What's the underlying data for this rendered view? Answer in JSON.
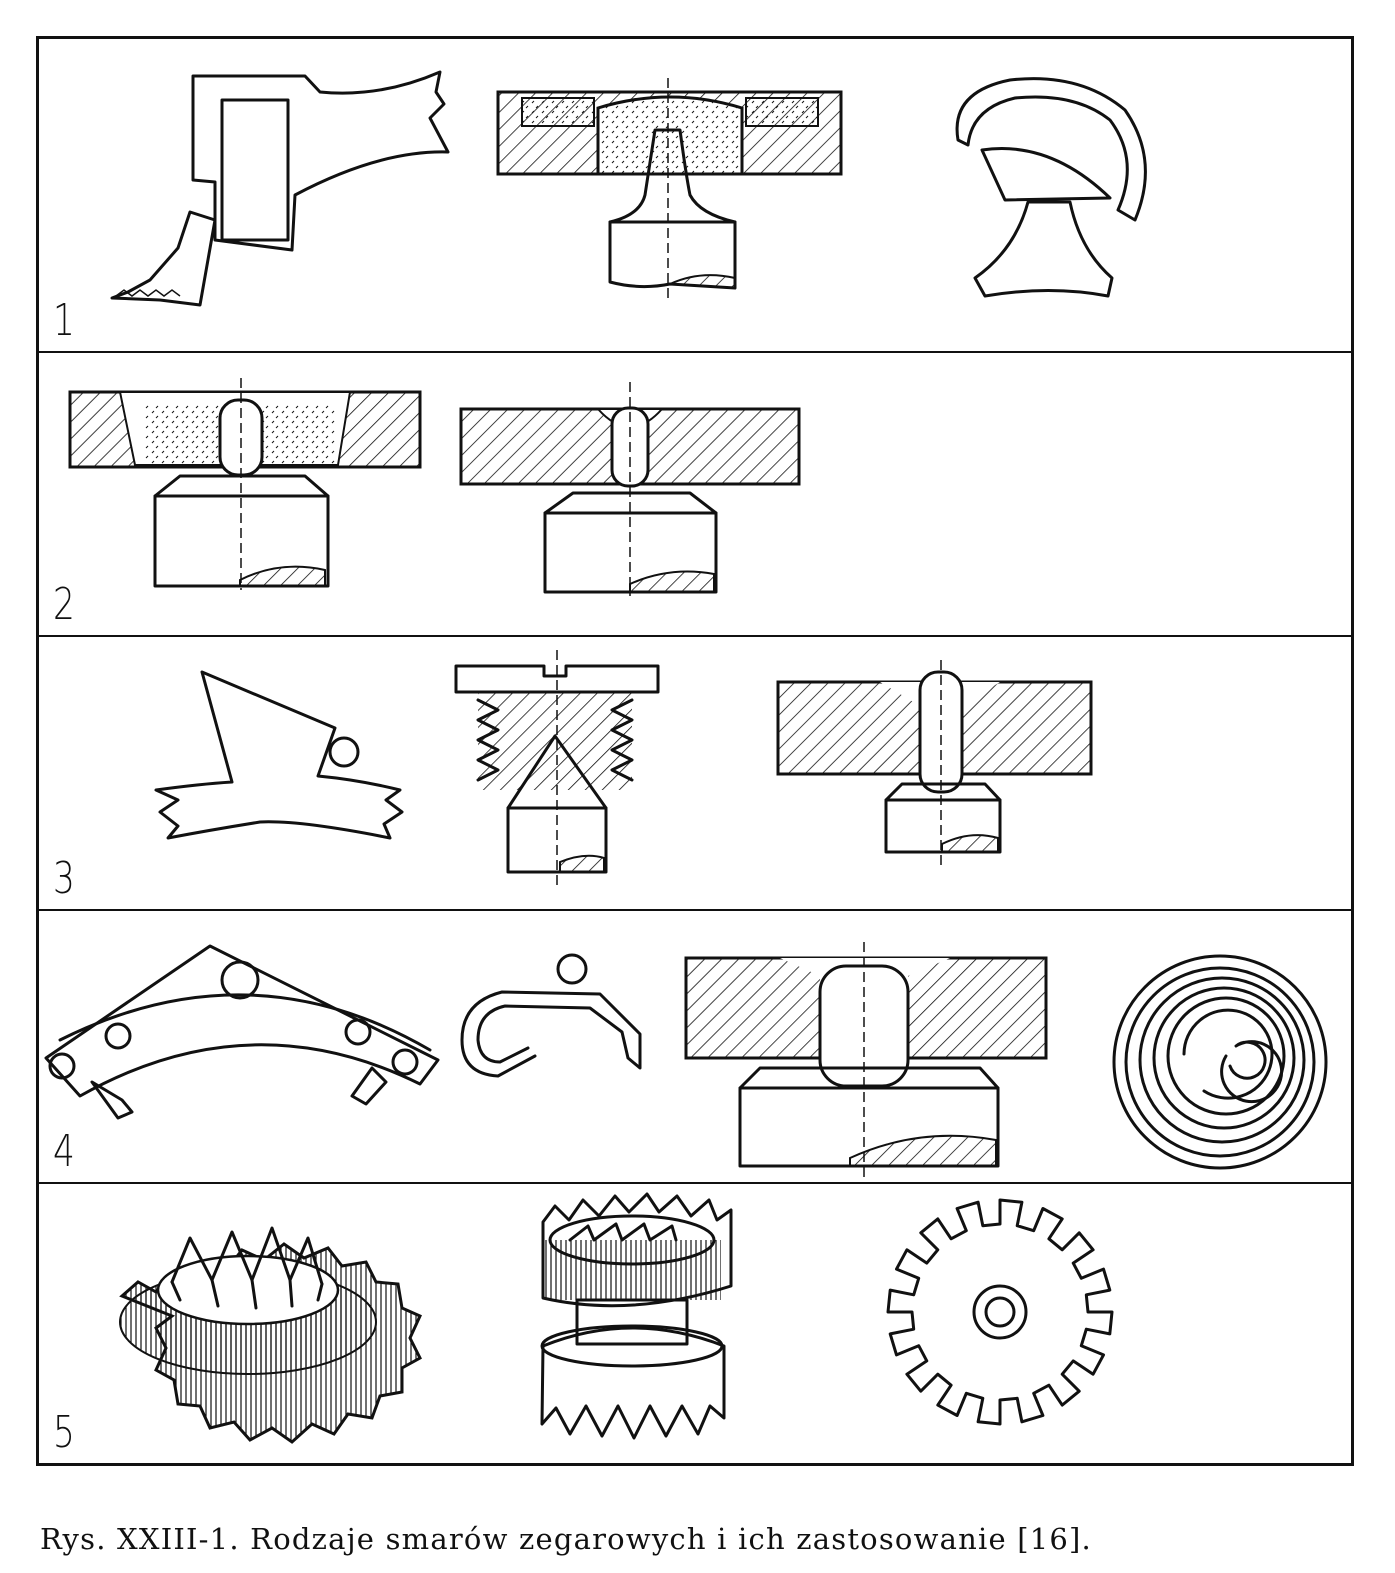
{
  "figure": {
    "panels": [
      {
        "number": "1"
      },
      {
        "number": "2"
      },
      {
        "number": "3"
      },
      {
        "number": "4"
      },
      {
        "number": "5"
      }
    ]
  },
  "caption": "Rys. XXIII-1. Rodzaje smarów zegarowych i ich zastosowanie [16]."
}
